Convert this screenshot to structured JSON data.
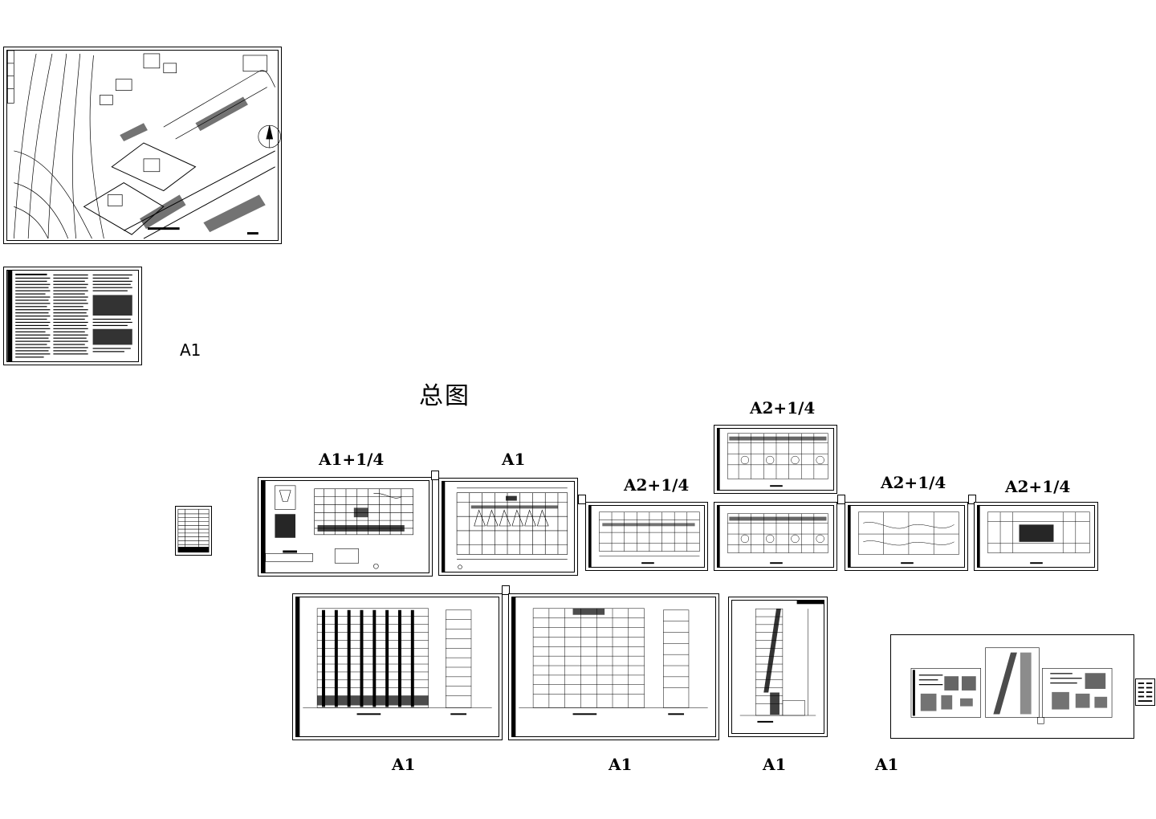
{
  "title": "总图",
  "sheet_sizes": {
    "notes": "A1",
    "plan_1": "A1+1/4",
    "plan_2": "A1",
    "plan_3": "A2+1/4",
    "plan_4_top": "A2+1/4",
    "plan_5": "A2+1/4",
    "plan_6": "A2+1/4",
    "elev_1": "A1",
    "elev_2": "A1",
    "section": "A1",
    "details": "A1"
  },
  "colors": {
    "line": "#000000",
    "background": "#ffffff"
  }
}
